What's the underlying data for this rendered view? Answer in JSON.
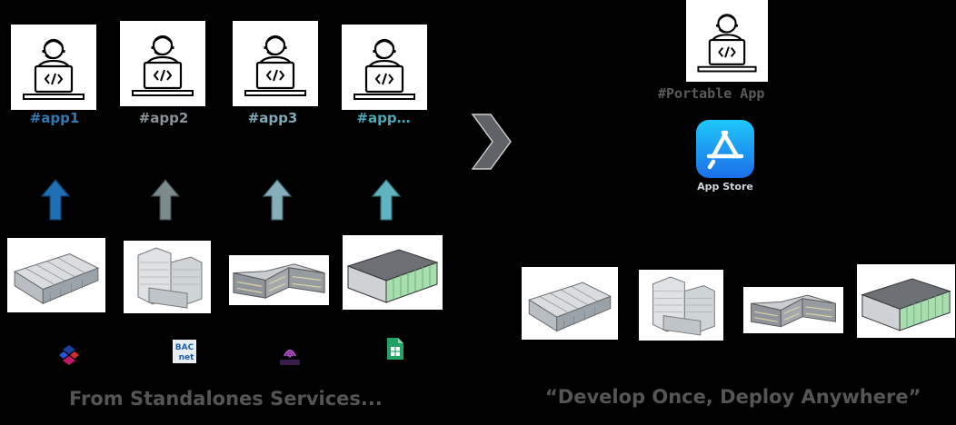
{
  "apps": [
    {
      "label": "#app1",
      "color": "#2e7bb5"
    },
    {
      "label": "#app2",
      "color": "#8a9399"
    },
    {
      "label": "#app3",
      "color": "#7fa8b8"
    },
    {
      "label": "#app…",
      "color": "#4aa9b8"
    }
  ],
  "arrow_colors": [
    "#1f6fb7",
    "#7d8b8e",
    "#86aebb",
    "#5fb4c0"
  ],
  "protocol_icons": [
    "ifc-icon",
    "bacnet-icon",
    "brick-icon",
    "spreadsheet-icon"
  ],
  "protocol_text": {
    "bacnet_top": "BAC",
    "bacnet_bottom": "net"
  },
  "left_caption": "From Standalones Services...",
  "right": {
    "portable_label": "#Portable App",
    "store_label": "App Store",
    "caption": "“Develop Once, Deploy Anywhere”"
  },
  "colors": {
    "chevron": "#5f6368",
    "store_blue": "#1c8ef2",
    "caption": "#555555"
  }
}
